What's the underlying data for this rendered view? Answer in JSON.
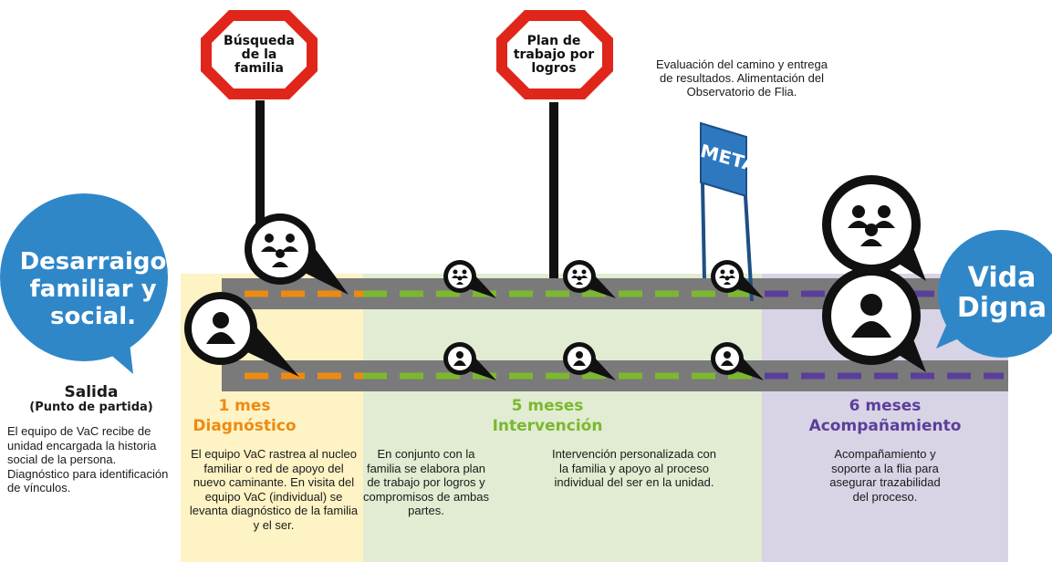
{
  "colors": {
    "blue": "#2f87c8",
    "yellow_bg": "#fdf3c4",
    "green_bg": "#e1ecd2",
    "purple_bg": "#d9d3e6",
    "orange": "#ee8a11",
    "green": "#7cb82f",
    "purple": "#5a3f9a",
    "road": "#7a7a7a",
    "sign_red": "#e0261b"
  },
  "start": {
    "bubble": "Desarraigo familiar y social.",
    "title": "Salida",
    "subtitle": "(Punto de partida)",
    "description": "El equipo de VaC recibe de unidad encargada la historia social de la persona. Diagnóstico para identificación de vínculos."
  },
  "end": {
    "bubble": "Vida Digna"
  },
  "signs": {
    "search": "Búsqueda de la familia",
    "plan": "Plan de trabajo por logros"
  },
  "meta": {
    "flag": "META",
    "caption": "Evaluación del camino y entrega de resultados. Alimentación del Observatorio de Flia."
  },
  "phases": {
    "diagnostico": {
      "duration": "1 mes",
      "title": "Diagnóstico",
      "text": "El equipo VaC rastrea al nucleo familiar o red de apoyo del nuevo caminante. En visita del equipo VaC (individual) se levanta diagnóstico de la familia y el ser."
    },
    "intervencion": {
      "duration": "5 meses",
      "title": "Intervención",
      "text_left": "En conjunto con la familia se elabora plan de trabajo por logros y compromisos de ambas partes.",
      "text_right": "Intervención personalizada con la familia y apoyo al proceso individual del ser en la unidad."
    },
    "acompanamiento": {
      "duration": "6 meses",
      "title": "Acompañamiento",
      "text": "Acompañamiento y soporte a la flia para asegurar trazabilidad del proceso."
    }
  }
}
